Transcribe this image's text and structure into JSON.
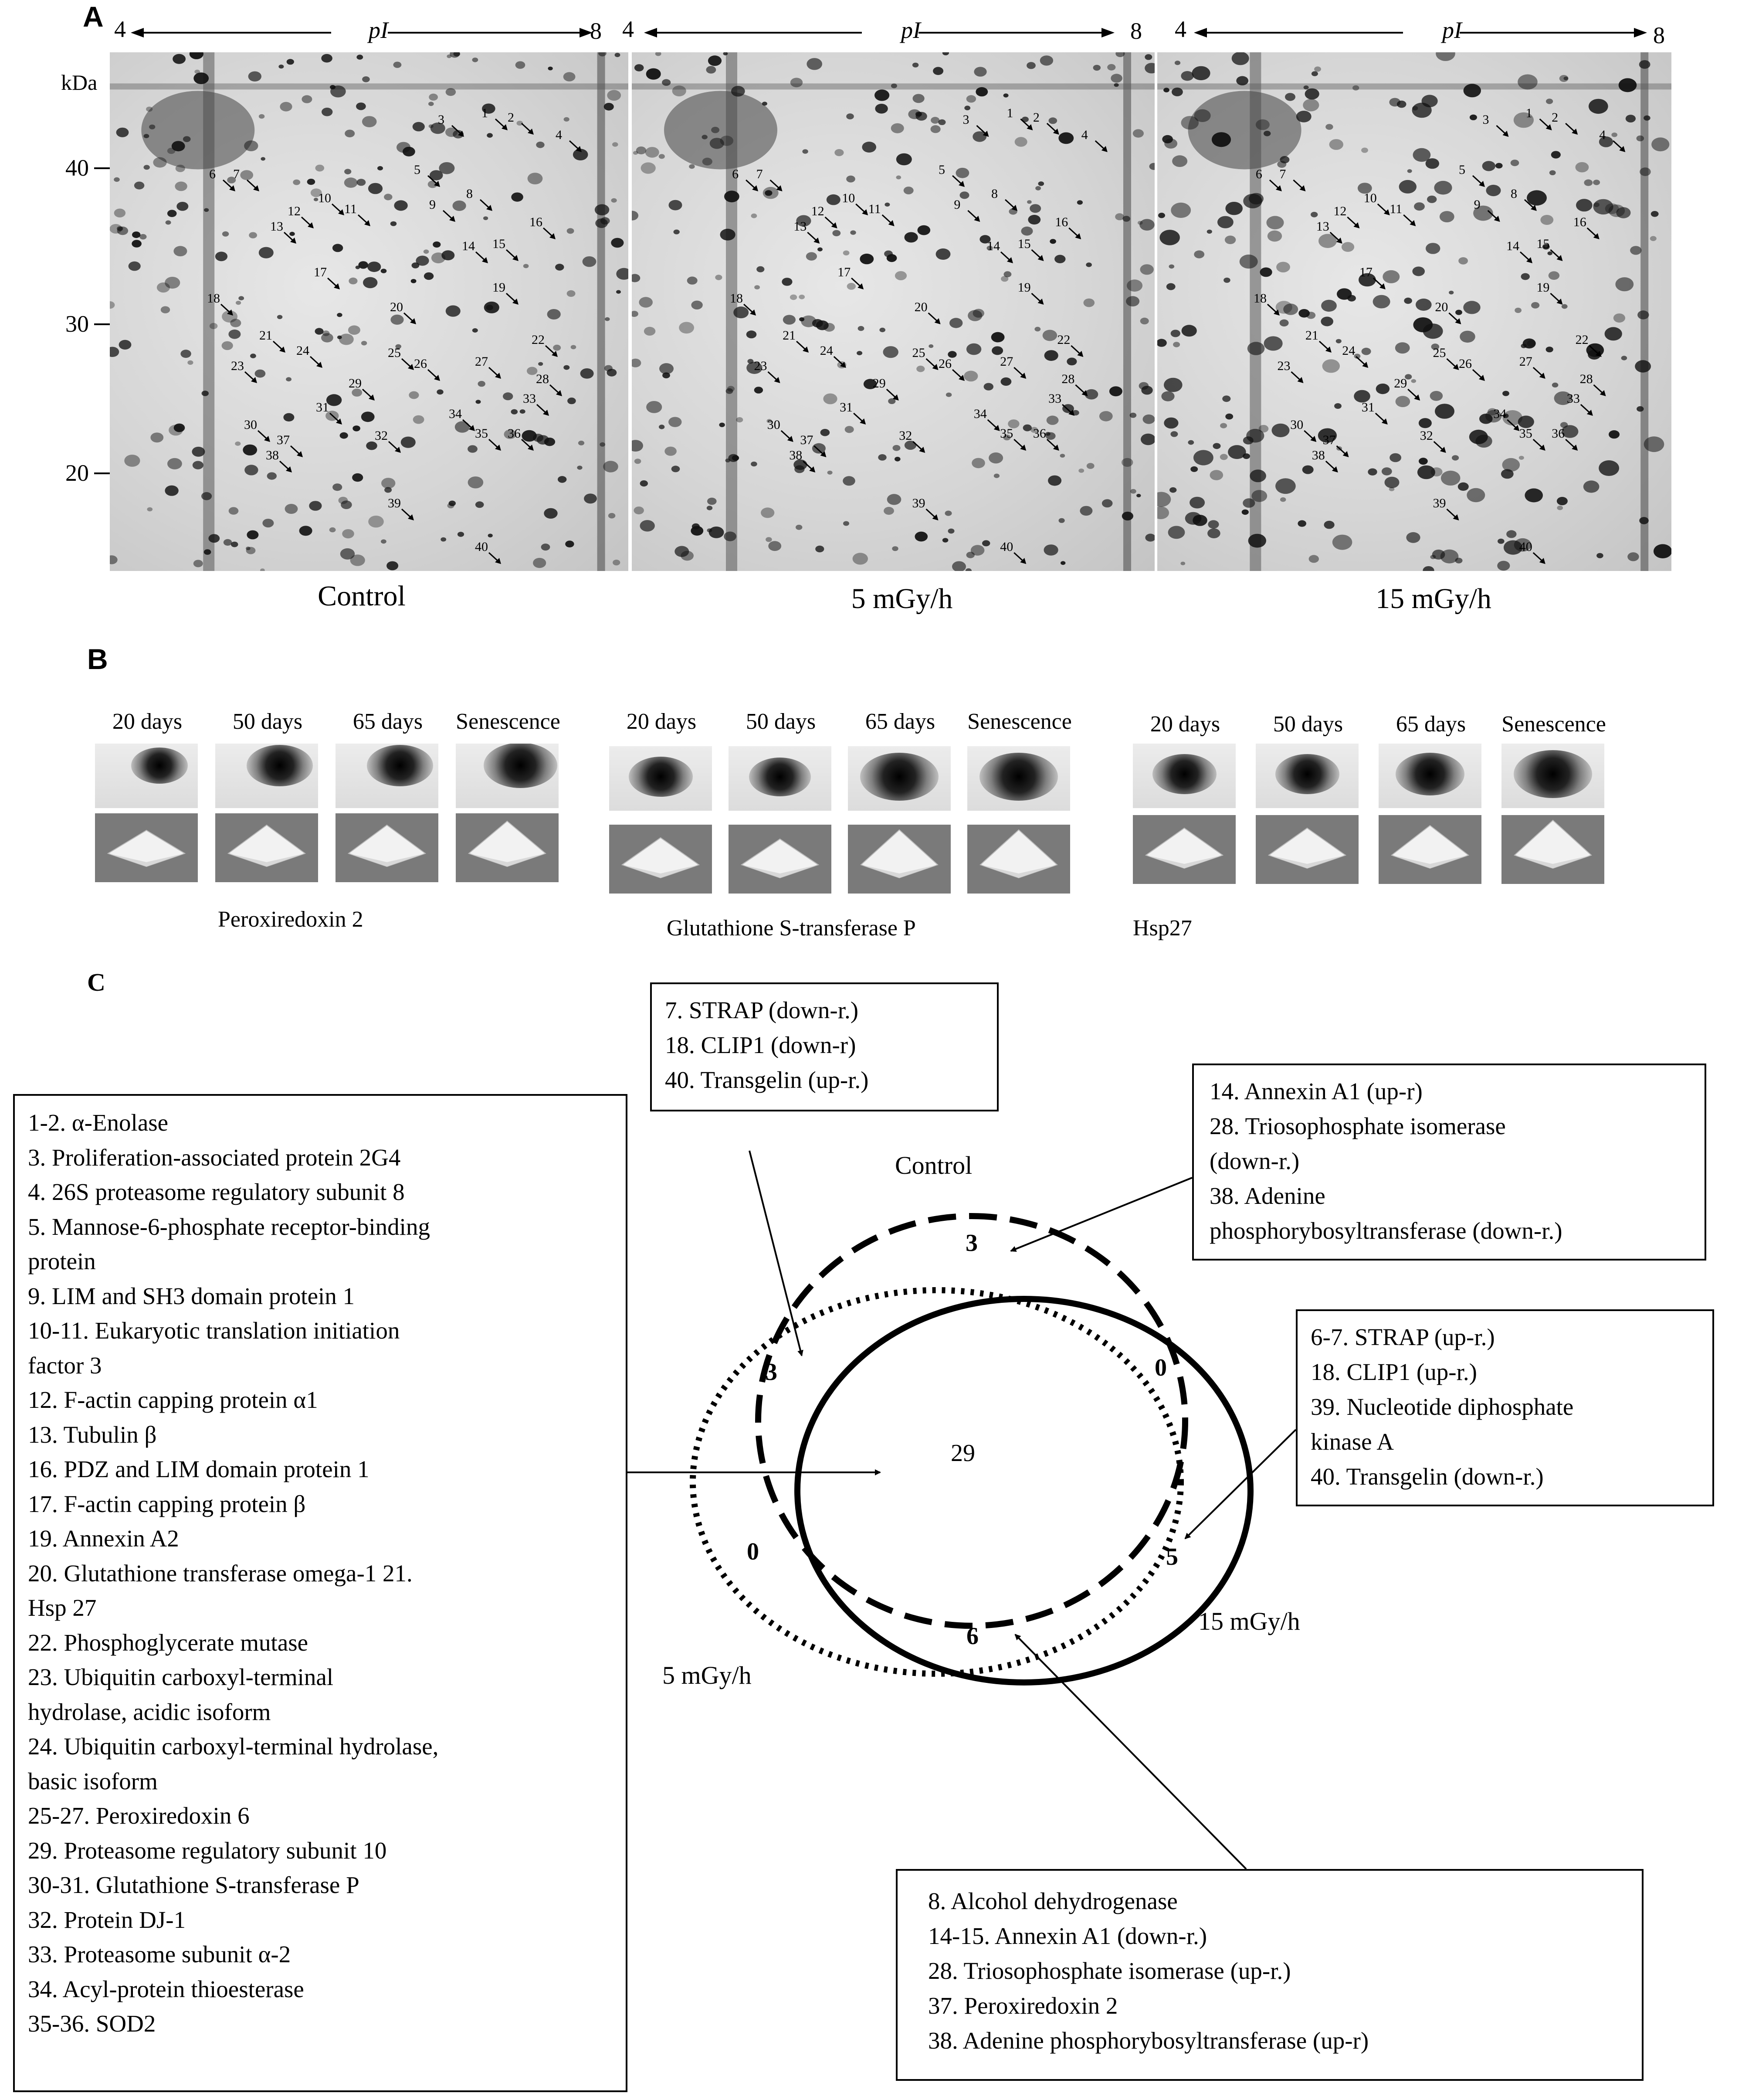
{
  "panel_a": {
    "letter": "A",
    "axis": {
      "left": "4",
      "label": "pI",
      "right": "8"
    },
    "kda_label": "kDa",
    "mw_ticks": [
      "40",
      "30",
      "20"
    ],
    "conditions": [
      "Control",
      "5 mGy/h",
      "15 mGy/h"
    ],
    "spot_labels": [
      "1",
      "2",
      "3",
      "4",
      "5",
      "6",
      "7",
      "8",
      "9",
      "10",
      "11",
      "12",
      "13",
      "14",
      "15",
      "16",
      "17",
      "18",
      "19",
      "20",
      "21",
      "22",
      "23",
      "24",
      "25",
      "26",
      "27",
      "28",
      "29",
      "30",
      "31",
      "32",
      "33",
      "34",
      "35",
      "36",
      "37",
      "38",
      "39",
      "40"
    ]
  },
  "panel_b": {
    "letter": "B",
    "timepoints": [
      "20 days",
      "50 days",
      "65 days",
      "Senescence"
    ],
    "proteins": [
      {
        "name": "Peroxiredoxin 2",
        "intensity": [
          0.55,
          0.75,
          0.75,
          0.9
        ]
      },
      {
        "name": "Glutathione S-transferase P",
        "intensity": [
          0.7,
          0.65,
          1.0,
          1.0
        ]
      },
      {
        "name": "Hsp27",
        "intensity": [
          0.7,
          0.7,
          0.8,
          1.0
        ]
      }
    ]
  },
  "panel_c": {
    "letter": "C",
    "venn": {
      "sets": [
        "Control",
        "5 mGy/h",
        "15 mGy/h"
      ],
      "counts": {
        "control_only": "3",
        "control_and_5": "3",
        "control_and_15": "0",
        "all_three": "29",
        "only_5": "0",
        "fifteen_and_control_edge": "5",
        "five_and_fifteen": "6"
      }
    },
    "boxes": {
      "top_center": [
        "7. STRAP (down-r.)",
        "18. CLIP1 (down-r)",
        "40. Transgelin (up-r.)"
      ],
      "top_right": [
        "14. Annexin A1 (up-r)",
        "28. Triosophosphate isomerase",
        "(down-r.)",
        "38. Adenine",
        "phosphorybosyltransferase (down-r.)"
      ],
      "middle_right": [
        "6-7. STRAP (up-r.)",
        "18. CLIP1 (up-r.)",
        "39. Nucleotide diphosphate",
        "kinase A",
        "40. Transgelin (down-r.)"
      ],
      "bottom_right": [
        "8. Alcohol dehydrogenase",
        "14-15. Annexin A1 (down-r.)",
        "28. Triosophosphate isomerase (up-r.)",
        "37. Peroxiredoxin 2",
        "38. Adenine phosphorybosyltransferase (up-r)"
      ],
      "left": [
        "1-2. α-Enolase",
        "3. Proliferation-associated protein 2G4",
        "4. 26S proteasome regulatory subunit 8",
        "5. Mannose-6-phosphate receptor-binding",
        "protein",
        "9. LIM and SH3 domain protein 1",
        "10-11. Eukaryotic translation initiation",
        "factor 3",
        "12.  F-actin capping protein α1",
        "13. Tubulin β",
        "16. PDZ and LIM domain protein 1",
        "17. F-actin capping protein β",
        "19. Annexin A2",
        "20. Glutathione transferase omega-1 21.",
        "Hsp 27",
        "22. Phosphoglycerate mutase",
        "23. Ubiquitin carboxyl-terminal",
        "hydrolase, acidic isoform",
        "24. Ubiquitin carboxyl-terminal hydrolase,",
        "basic isoform",
        "25-27. Peroxiredoxin 6",
        "29. Proteasome regulatory  subunit 10",
        "30-31. Glutathione S-transferase P",
        "32. Protein DJ-1",
        "33. Proteasome subunit α-2",
        "34. Acyl-protein thioesterase",
        "35-36. SOD2"
      ]
    }
  }
}
